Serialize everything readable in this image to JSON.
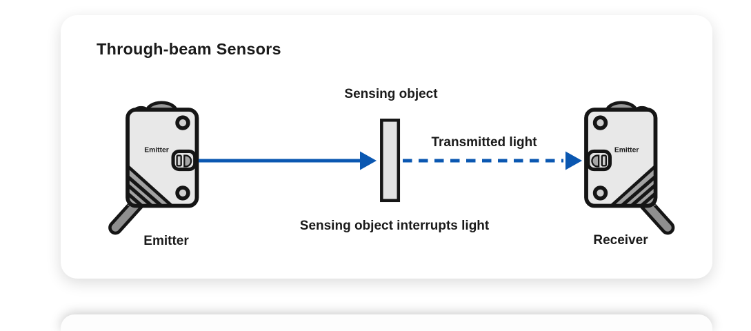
{
  "card": {
    "title": "Through-beam Sensors"
  },
  "diagram": {
    "emitter": {
      "device_label": "Emitter",
      "caption": "Emitter"
    },
    "receiver": {
      "device_label": "Emitter",
      "caption": "Receiver"
    },
    "sensing_object_label": "Sensing object",
    "transmitted_light_label": "Transmitted light",
    "bottom_caption": "Sensing object interrupts light",
    "beam_solid": "emitted light beam (solid arrow)",
    "beam_dashed": "transmitted light beam (dashed arrow)"
  },
  "colors": {
    "beam_blue": "#0a57b1",
    "outline": "#151515",
    "text": "#1a1a1a",
    "device_body": "#e8e8e8",
    "metal_gray": "#999999",
    "cable_gray": "#8f8f8f"
  }
}
